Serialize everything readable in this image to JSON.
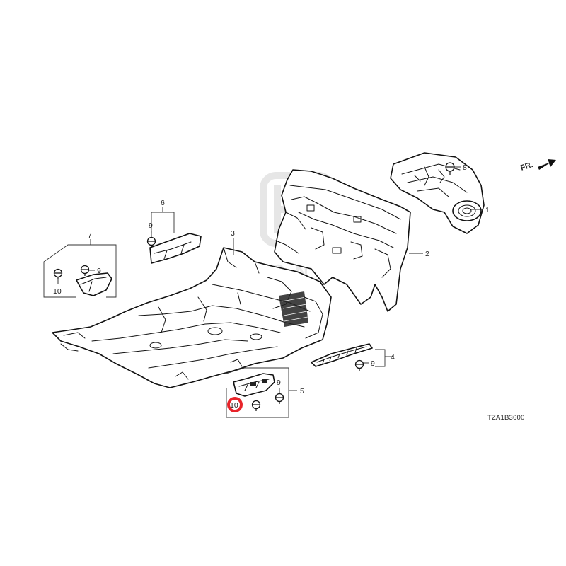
{
  "diagram": {
    "code": "TZA1B3600",
    "direction_label": "FR.",
    "callouts": {
      "p1": "1",
      "p2": "2",
      "p3": "3",
      "p4": "4",
      "p5": "5",
      "p6": "6",
      "p7": "7",
      "p8": "8",
      "p9_a": "9",
      "p9_b": "9",
      "p9_c": "9",
      "p9_d": "9",
      "p10_a": "10",
      "p10_b": "10"
    },
    "highlight_color": "#e8242a"
  }
}
